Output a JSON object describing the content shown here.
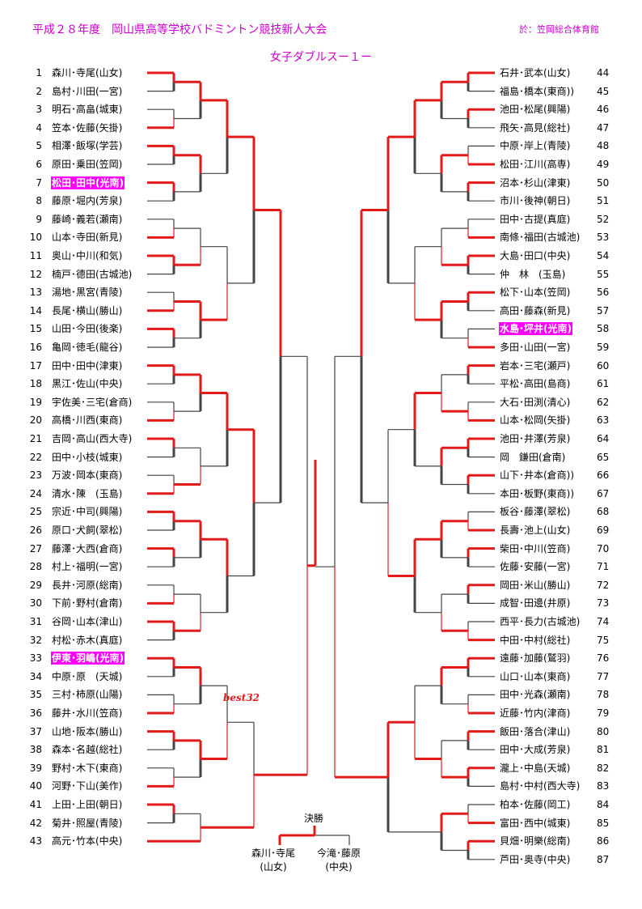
{
  "header": {
    "title": "平成２８年度　岡山県高等学校バドミントン競技新人大会",
    "venue": "於：笠岡総合体育館",
    "subtitle": "女子ダブルスー１ー"
  },
  "annotations": {
    "best32": "best32"
  },
  "final": {
    "label": "決勝",
    "left_team": "森川･寺尾",
    "left_school": "(山女)",
    "right_team": "今滝･藤原",
    "right_school": "(中央)"
  },
  "colors": {
    "accent": "#cc00cc",
    "bracket": "#e21a1a",
    "highlight": "#ff00ff"
  },
  "left_entries": [
    {
      "no": "1",
      "name": "森川･寺尾(山女)",
      "hl": false
    },
    {
      "no": "2",
      "name": "島村･川田(一宮)",
      "hl": false
    },
    {
      "no": "3",
      "name": "明石･高畠(城東)",
      "hl": false
    },
    {
      "no": "4",
      "name": "笠本･佐藤(矢掛)",
      "hl": false
    },
    {
      "no": "5",
      "name": "相澤･飯塚(学芸)",
      "hl": false
    },
    {
      "no": "6",
      "name": "原田･乗田(笠岡)",
      "hl": false
    },
    {
      "no": "7",
      "name": "松田･田中(光南)",
      "hl": true
    },
    {
      "no": "8",
      "name": "藤原･堀内(芳泉)",
      "hl": false
    },
    {
      "no": "9",
      "name": "藤崎･義若(瀬南)",
      "hl": false
    },
    {
      "no": "10",
      "name": "山本･寺田(新見)",
      "hl": false
    },
    {
      "no": "11",
      "name": "奥山･中川(和気)",
      "hl": false
    },
    {
      "no": "12",
      "name": "楠戸･德田(古城池)",
      "hl": false
    },
    {
      "no": "13",
      "name": "湯地･黒宮(青陵)",
      "hl": false
    },
    {
      "no": "14",
      "name": "長尾･横山(勝山)",
      "hl": false
    },
    {
      "no": "15",
      "name": "山田･今田(後楽)",
      "hl": false
    },
    {
      "no": "16",
      "name": "亀岡･徳毛(龍谷)",
      "hl": false
    },
    {
      "no": "17",
      "name": "田中･田中(津東)",
      "hl": false
    },
    {
      "no": "18",
      "name": "黒江･佐山(中央)",
      "hl": false
    },
    {
      "no": "19",
      "name": "宇佐美･三宅(倉商)",
      "hl": false
    },
    {
      "no": "20",
      "name": "高橋･川西(東商)",
      "hl": false
    },
    {
      "no": "21",
      "name": "吉岡･高山(西大寺)",
      "hl": false
    },
    {
      "no": "22",
      "name": "田中･小枝(城東)",
      "hl": false
    },
    {
      "no": "23",
      "name": "万波･岡本(東商)",
      "hl": false
    },
    {
      "no": "24",
      "name": "清水･陳　(玉島)",
      "hl": false
    },
    {
      "no": "25",
      "name": "宗近･中司(興陽)",
      "hl": false
    },
    {
      "no": "26",
      "name": "原口･犬飼(翠松)",
      "hl": false
    },
    {
      "no": "27",
      "name": "藤澤･大西(倉商)",
      "hl": false
    },
    {
      "no": "28",
      "name": "村上･福明(一宮)",
      "hl": false
    },
    {
      "no": "29",
      "name": "長井･河原(総南)",
      "hl": false
    },
    {
      "no": "30",
      "name": "下前･野村(倉南)",
      "hl": false
    },
    {
      "no": "31",
      "name": "谷岡･山本(津山)",
      "hl": false
    },
    {
      "no": "32",
      "name": "村松･赤木(真庭)",
      "hl": false
    },
    {
      "no": "33",
      "name": "伊東･羽嶋(光南)",
      "hl": true
    },
    {
      "no": "34",
      "name": "中原･原　(天城)",
      "hl": false
    },
    {
      "no": "35",
      "name": "三村･柿原(山陽)",
      "hl": false
    },
    {
      "no": "36",
      "name": "藤井･水川(笠商)",
      "hl": false
    },
    {
      "no": "37",
      "name": "山地･阪本(勝山)",
      "hl": false
    },
    {
      "no": "38",
      "name": "森本･名越(総社)",
      "hl": false
    },
    {
      "no": "39",
      "name": "野村･木下(東商)",
      "hl": false
    },
    {
      "no": "40",
      "name": "河野･下山(美作)",
      "hl": false
    },
    {
      "no": "41",
      "name": "上田･上田(朝日)",
      "hl": false
    },
    {
      "no": "42",
      "name": "菊井･照屋(青陵)",
      "hl": false
    },
    {
      "no": "43",
      "name": "高元･竹本(中央)",
      "hl": false
    }
  ],
  "right_entries": [
    {
      "no": "44",
      "name": "石井･武本(山女)",
      "hl": false
    },
    {
      "no": "45",
      "name": "福島･橋本(東商))",
      "hl": false
    },
    {
      "no": "46",
      "name": "池田･松尾(興陽)",
      "hl": false
    },
    {
      "no": "47",
      "name": "飛矢･高見(総社)",
      "hl": false
    },
    {
      "no": "48",
      "name": "中原･岸上(青陵)",
      "hl": false
    },
    {
      "no": "49",
      "name": "松田･江川(高専)",
      "hl": false
    },
    {
      "no": "50",
      "name": "沼本･杉山(津東)",
      "hl": false
    },
    {
      "no": "51",
      "name": "市川･後神(朝日)",
      "hl": false
    },
    {
      "no": "52",
      "name": "田中･古提(真庭)",
      "hl": false
    },
    {
      "no": "53",
      "name": "南條･福田(古城池)",
      "hl": false
    },
    {
      "no": "54",
      "name": "大島･田口(中央)",
      "hl": false
    },
    {
      "no": "55",
      "name": "仲　林　(玉島)",
      "hl": false
    },
    {
      "no": "56",
      "name": "松下･山本(笠岡)",
      "hl": false
    },
    {
      "no": "57",
      "name": "高田･藤森(新見)",
      "hl": false
    },
    {
      "no": "58",
      "name": "水島･坪井(光南)",
      "hl": true
    },
    {
      "no": "59",
      "name": "多田･山田(一宮)",
      "hl": false
    },
    {
      "no": "60",
      "name": "岩本･三宅(瀬戸)",
      "hl": false
    },
    {
      "no": "61",
      "name": "平松･高田(島商)",
      "hl": false
    },
    {
      "no": "62",
      "name": "大石･田渕(清心)",
      "hl": false
    },
    {
      "no": "63",
      "name": "山本･松岡(矢掛)",
      "hl": false
    },
    {
      "no": "64",
      "name": "池田･井澤(芳泉)",
      "hl": false
    },
    {
      "no": "65",
      "name": "岡　鎌田(倉南)",
      "hl": false
    },
    {
      "no": "66",
      "name": "山下･井本(倉商))",
      "hl": false
    },
    {
      "no": "67",
      "name": "本田･板野(東商))",
      "hl": false
    },
    {
      "no": "68",
      "name": "板谷･藤澤(翠松)",
      "hl": false
    },
    {
      "no": "69",
      "name": "長壽･池上(山女)",
      "hl": false
    },
    {
      "no": "70",
      "name": "柴田･中川(笠商)",
      "hl": false
    },
    {
      "no": "71",
      "name": "佐藤･安藤(一宮)",
      "hl": false
    },
    {
      "no": "72",
      "name": "岡田･米山(勝山)",
      "hl": false
    },
    {
      "no": "73",
      "name": "成智･田邊(井原)",
      "hl": false
    },
    {
      "no": "74",
      "name": "西平･長力(古城池)",
      "hl": false
    },
    {
      "no": "75",
      "name": "中田･中村(総社)",
      "hl": false
    },
    {
      "no": "76",
      "name": "遠藤･加藤(鷲羽)",
      "hl": false
    },
    {
      "no": "77",
      "name": "山口･山本(東商)",
      "hl": false
    },
    {
      "no": "78",
      "name": "田中･光森(瀬南)",
      "hl": false
    },
    {
      "no": "79",
      "name": "近藤･竹内(津商)",
      "hl": false
    },
    {
      "no": "80",
      "name": "飯田･落合(津山)",
      "hl": false
    },
    {
      "no": "81",
      "name": "田中･大成(芳泉)",
      "hl": false
    },
    {
      "no": "82",
      "name": "瀧上･中島(天城)",
      "hl": false
    },
    {
      "no": "83",
      "name": "島村･中村(西大寺)",
      "hl": false
    },
    {
      "no": "84",
      "name": "柏本･佐藤(岡工)",
      "hl": false
    },
    {
      "no": "85",
      "name": "富田･西中(城東)",
      "hl": false
    },
    {
      "no": "86",
      "name": "貝畑･明樂(総南)",
      "hl": false
    },
    {
      "no": "87",
      "name": "芦田･奥寺(中央)",
      "hl": false
    }
  ]
}
